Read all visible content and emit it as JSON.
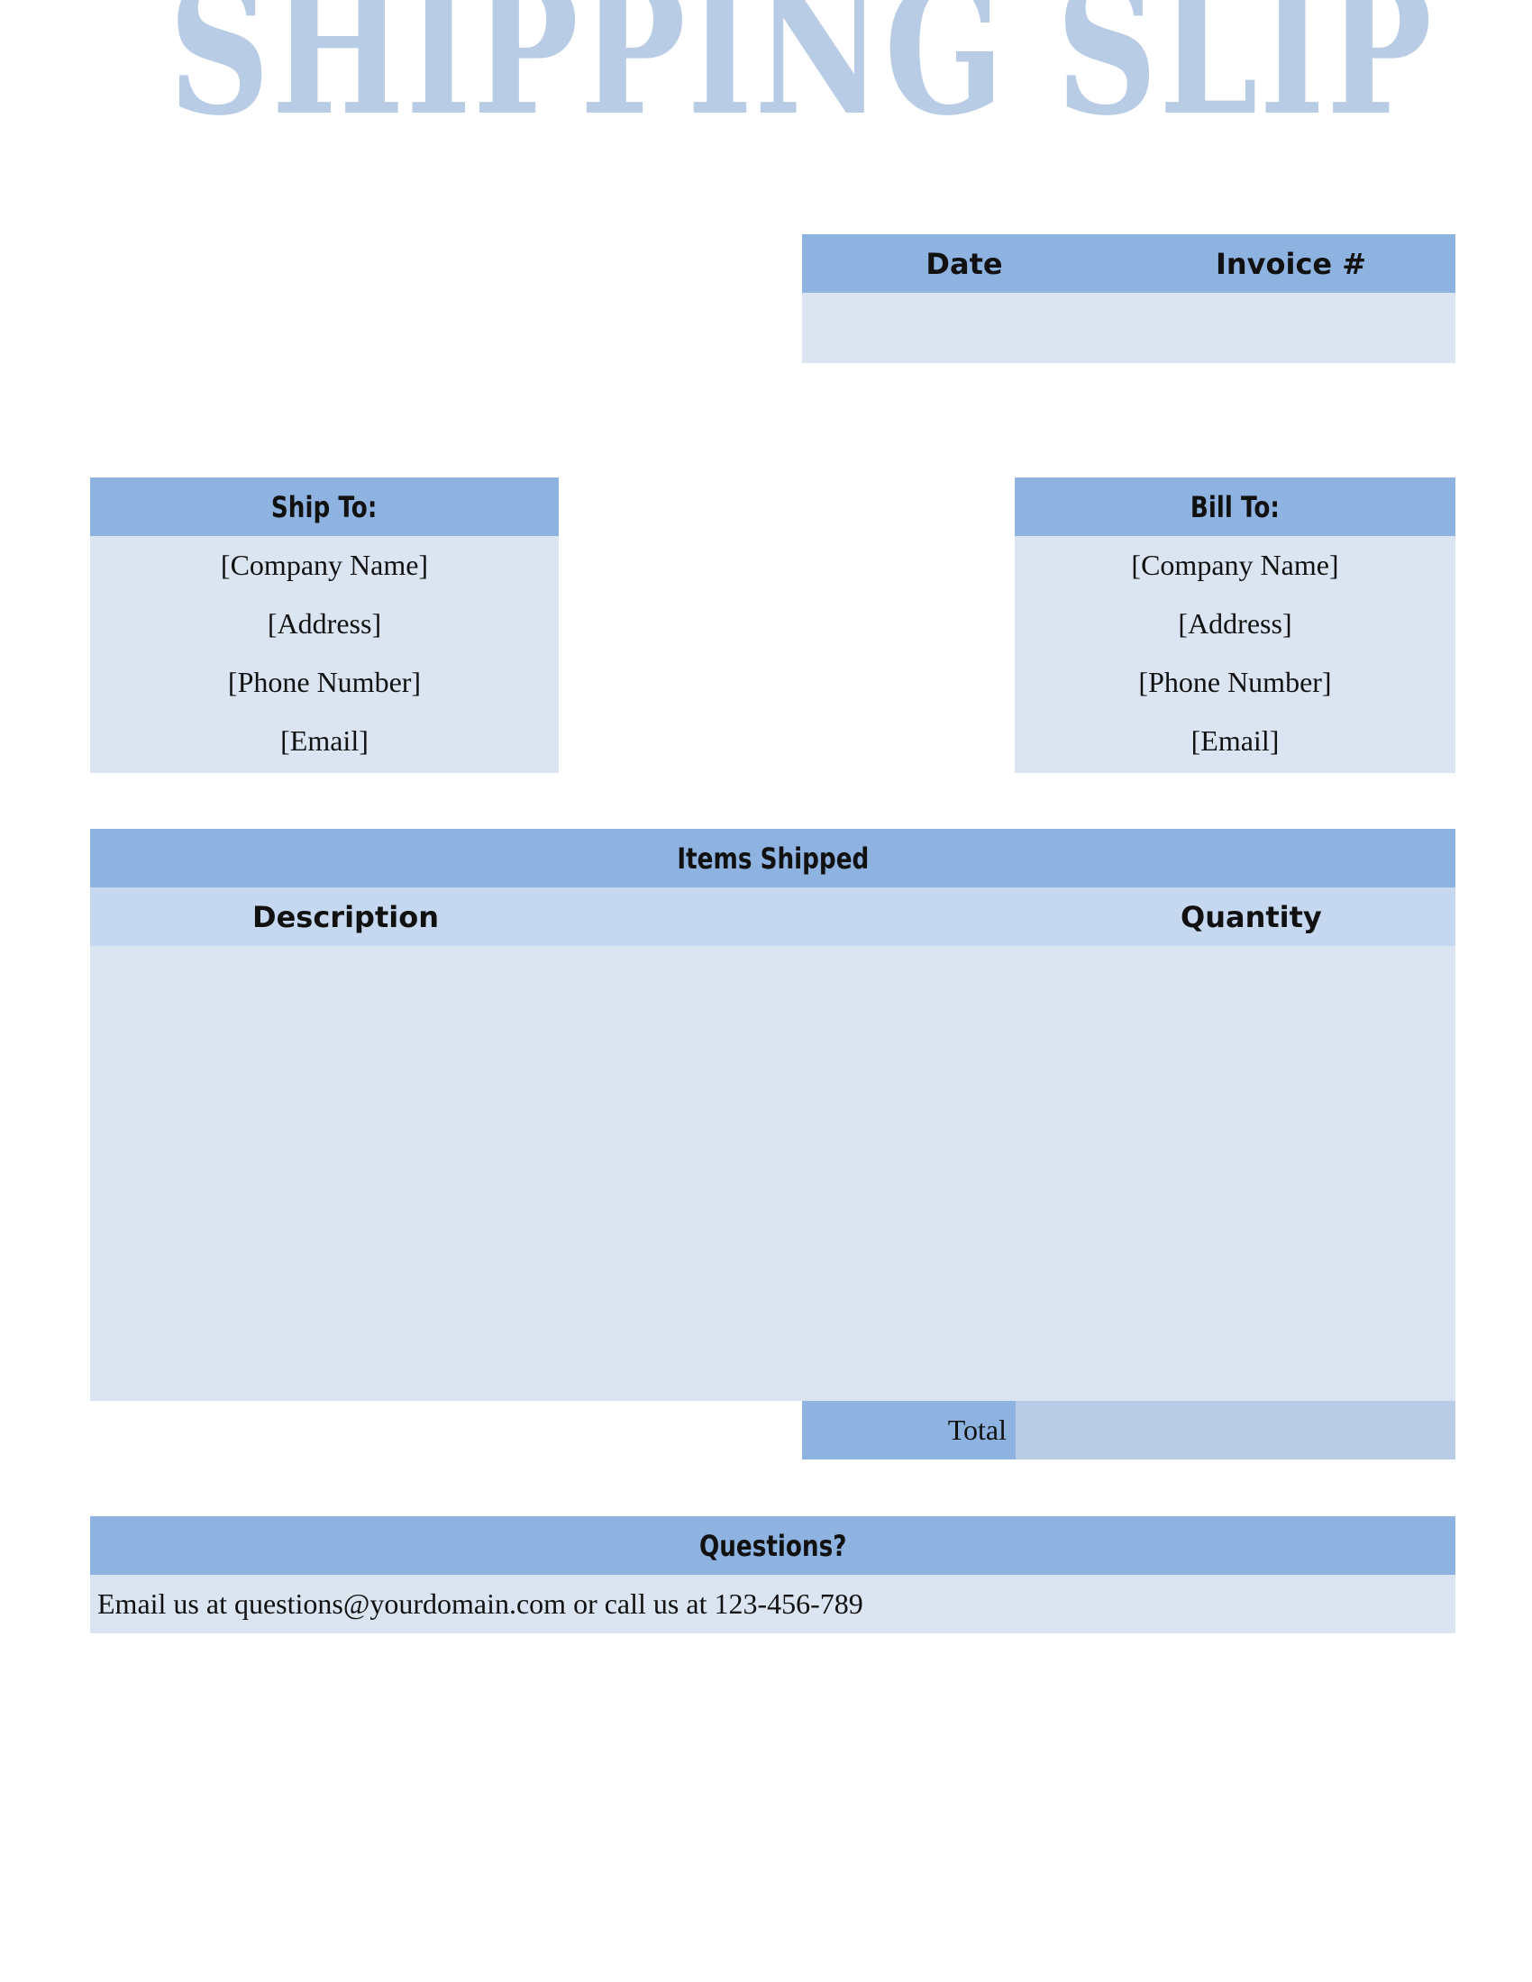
{
  "title": "SHIPPING SLIP",
  "meta": {
    "date_label": "Date",
    "invoice_label": "Invoice #"
  },
  "ship_to": {
    "heading": "Ship To:",
    "company": "[Company Name]",
    "address": "[Address]",
    "phone": "[Phone Number]",
    "email": "[Email]"
  },
  "bill_to": {
    "heading": "Bill To:",
    "company": "[Company Name]",
    "address": "[Address]",
    "phone": "[Phone Number]",
    "email": "[Email]"
  },
  "items": {
    "heading": "Items Shipped",
    "col_description": "Description",
    "col_quantity": "Quantity"
  },
  "total_label": "Total",
  "questions": {
    "heading": "Questions?",
    "text": "Email us at questions@yourdomain.com or call us at 123-456-789"
  },
  "colors": {
    "title": "#b8cce6",
    "header": "#8eb3e1",
    "subheader": "#c6d8f0",
    "body": "#dbe5f2",
    "total_value": "#b9cce6"
  }
}
